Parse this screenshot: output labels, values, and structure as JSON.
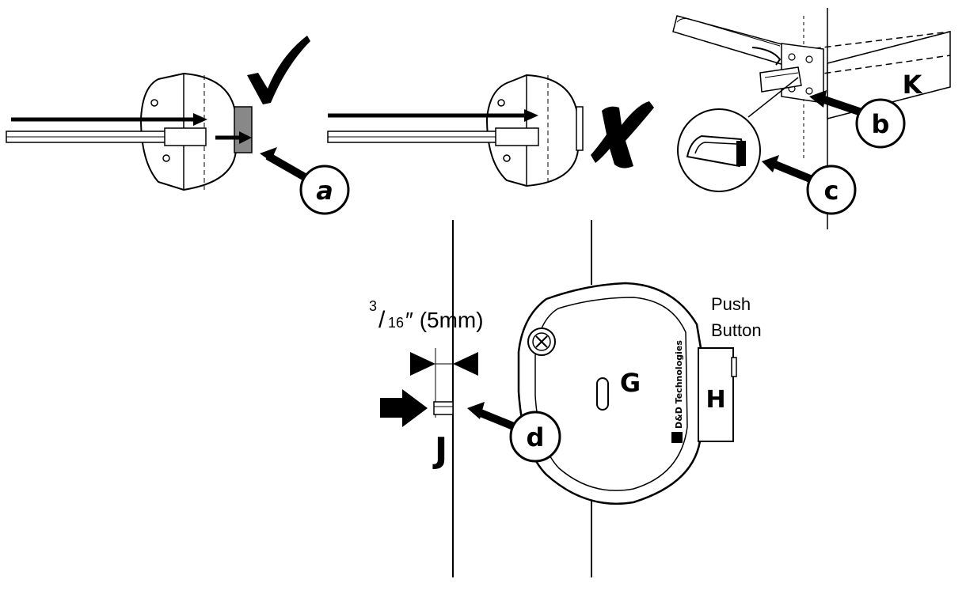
{
  "labels": {
    "a": "a",
    "b": "b",
    "c": "c",
    "d": "d",
    "G": "G",
    "H": "H",
    "J": "J",
    "K": "K"
  },
  "measurement": {
    "numerator": "3",
    "denominator": "16",
    "rest": "″ (5mm)"
  },
  "push_button": {
    "line1": "Push",
    "line2": "Button"
  },
  "brand": "D&D Technologies",
  "marks": {
    "correct": "✓",
    "wrong": "✗"
  }
}
